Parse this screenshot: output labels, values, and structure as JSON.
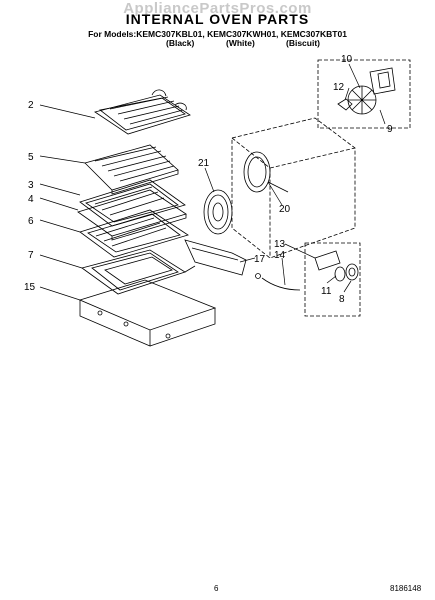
{
  "watermark": "AppliancePartsPros.com",
  "title": "INTERNAL OVEN PARTS",
  "models": "For Models:KEMC307KBL01, KEMC307KWH01, KEMC307KBT01",
  "colors": [
    "(Black)",
    "(White)",
    "(Biscuit)"
  ],
  "page_number": "6",
  "doc_number": "8186148",
  "callouts": [
    "2",
    "5",
    "3",
    "4",
    "6",
    "7",
    "15",
    "21",
    "20",
    "17",
    "14",
    "13",
    "10",
    "12",
    "9",
    "11",
    "8"
  ]
}
